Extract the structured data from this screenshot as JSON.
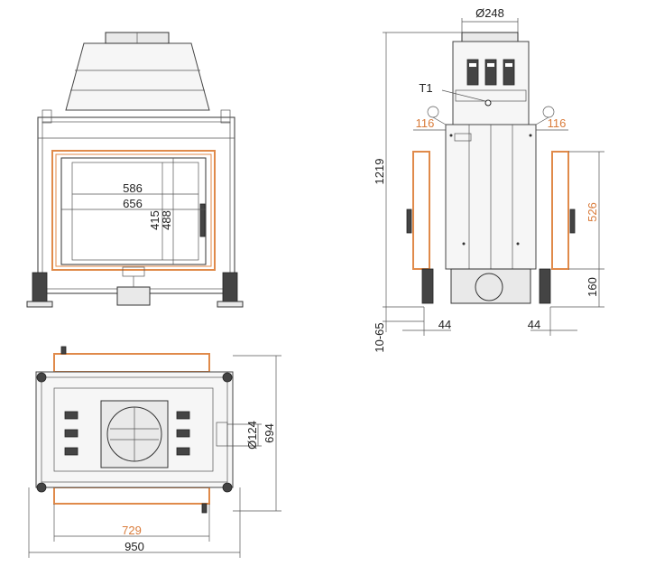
{
  "views": {
    "front": {
      "dims": {
        "inner_width": "586",
        "glass_width": "656",
        "inner_height": "415",
        "glass_height": "488"
      }
    },
    "side": {
      "dims": {
        "flue_diameter": "Ø248",
        "probe_label": "T1",
        "total_height": "1219",
        "leg_adjust": "10-65",
        "left_clearance": "116",
        "right_clearance": "116",
        "left_offset": "44",
        "right_offset": "44",
        "side_panel_height": "526",
        "base_height": "160"
      }
    },
    "top": {
      "dims": {
        "outlet_diameter": "Ø124",
        "depth": "694",
        "frame_width": "729",
        "total_width": "950"
      }
    }
  },
  "colors": {
    "line": "#333333",
    "accent": "#e08a4a",
    "panel_fill": "#e9e9e9"
  }
}
